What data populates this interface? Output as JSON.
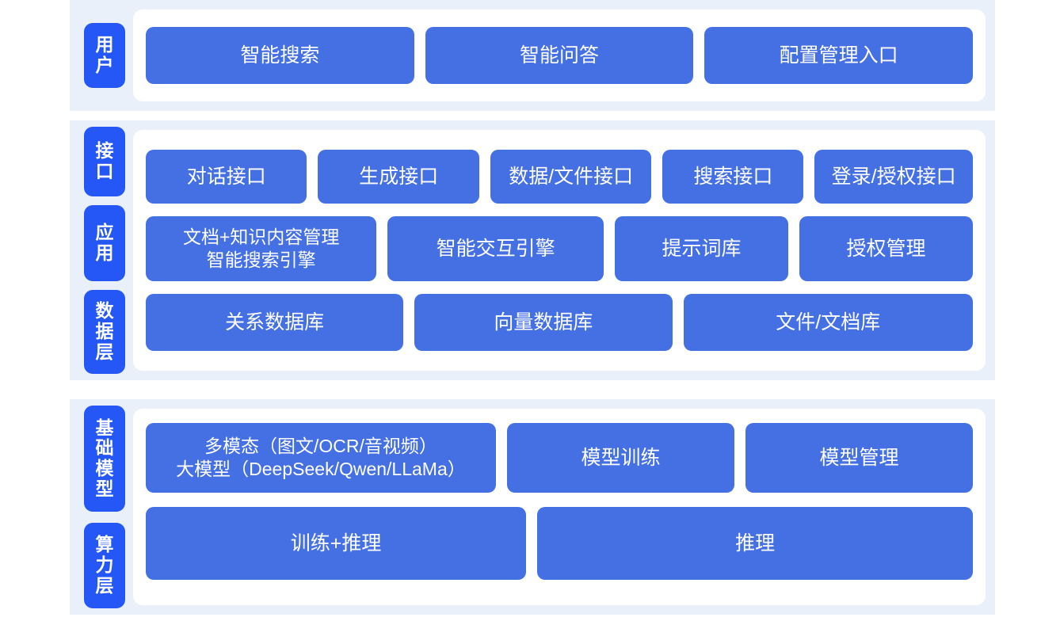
{
  "colors": {
    "band_background": "#eaf0fa",
    "panel_background": "#ffffff",
    "tab_blue": "#2457f5",
    "card_blue": "#4470e3",
    "card_text": "#ffffff",
    "page_background": "#ffffff"
  },
  "sections": [
    {
      "id": "user",
      "tabs": [
        {
          "label": "用户"
        }
      ],
      "rows": [
        {
          "id": "user-entries",
          "cards": [
            {
              "label": "智能搜索",
              "flex": 1
            },
            {
              "label": "智能问答",
              "flex": 1
            },
            {
              "label": "配置管理入口",
              "flex": 1
            }
          ]
        }
      ]
    },
    {
      "id": "platform",
      "tabs": [
        {
          "label": "接口"
        },
        {
          "label": "应用"
        },
        {
          "label": "数据层"
        }
      ],
      "rows": [
        {
          "id": "interface-layer",
          "cards": [
            {
              "label": "对话接口",
              "flex": 1.02
            },
            {
              "label": "生成接口",
              "flex": 1.02
            },
            {
              "label": "数据/文件接口",
              "flex": 1.02
            },
            {
              "label": "搜索接口",
              "flex": 0.88
            },
            {
              "label": "登录/授权接口",
              "flex": 1.0
            }
          ]
        },
        {
          "id": "application-layer",
          "cards": [
            {
              "label": "文档+知识内容管理\n智能搜索引擎",
              "flex": 1.18,
              "two_line": true
            },
            {
              "label": "智能交互引擎",
              "flex": 1.1
            },
            {
              "label": "提示词库",
              "flex": 0.87
            },
            {
              "label": "授权管理",
              "flex": 0.87
            }
          ]
        },
        {
          "id": "data-layer",
          "cards": [
            {
              "label": "关系数据库",
              "flex": 1
            },
            {
              "label": "向量数据库",
              "flex": 1
            },
            {
              "label": "文件/文档库",
              "flex": 1.13
            }
          ]
        }
      ]
    },
    {
      "id": "infrastructure",
      "tabs": [
        {
          "label": "基础模型"
        },
        {
          "label": "算力层"
        }
      ],
      "rows": [
        {
          "id": "foundation-model-layer",
          "cards": [
            {
              "label": "多模态（图文/OCR/音视频）\n大模型（DeepSeek/Qwen/LLaMa）",
              "flex": 1.32,
              "two_line": true
            },
            {
              "label": "模型训练",
              "flex": 0.84
            },
            {
              "label": "模型管理",
              "flex": 0.84
            }
          ]
        },
        {
          "id": "compute-layer",
          "cards": [
            {
              "label": "训练+推理",
              "flex": 1
            },
            {
              "label": "推理",
              "flex": 1.15
            }
          ]
        }
      ]
    }
  ]
}
